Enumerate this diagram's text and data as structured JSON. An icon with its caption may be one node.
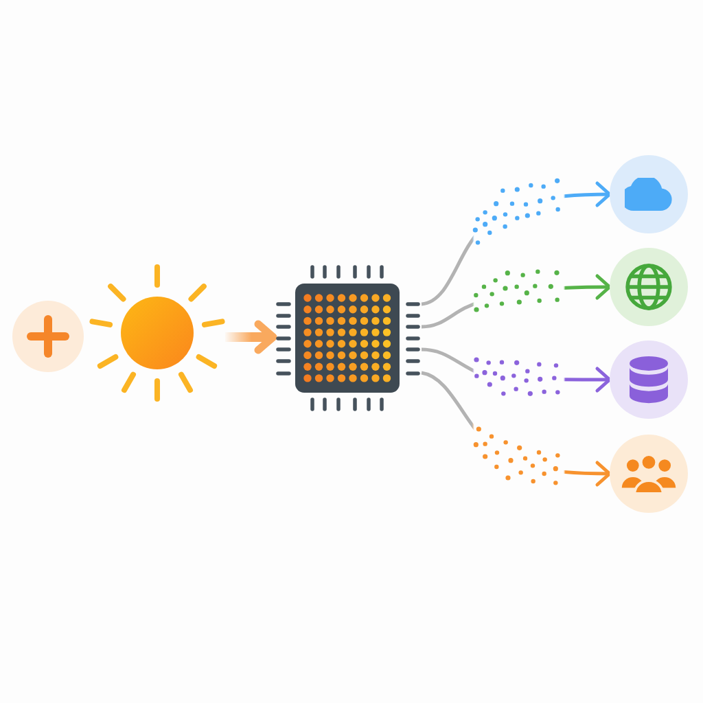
{
  "diagram": {
    "nodes": [
      {
        "text": [],
        "shape": "circle"
      },
      {
        "text": [],
        "shape": "picture"
      },
      {
        "text": [],
        "shape": "picture"
      },
      {
        "text": [],
        "shape": "circle"
      },
      {
        "text": [],
        "shape": "circle"
      },
      {
        "text": [],
        "shape": "circle"
      },
      {
        "text": [],
        "shape": "circle"
      }
    ],
    "edges": [
      {
        "from": 1,
        "to": 2,
        "arrow": "to",
        "style": "thick",
        "color": "#f9a95e"
      },
      {
        "from": 2,
        "to": 3,
        "arrow": "to",
        "color": "#4dabf7"
      },
      {
        "from": 2,
        "to": 4,
        "arrow": "to",
        "color": "#56b348"
      },
      {
        "from": 2,
        "to": 5,
        "arrow": "to",
        "color": "#8b63dc"
      },
      {
        "from": 2,
        "to": 6,
        "arrow": "to",
        "color": "#f7922e"
      }
    ]
  }
}
